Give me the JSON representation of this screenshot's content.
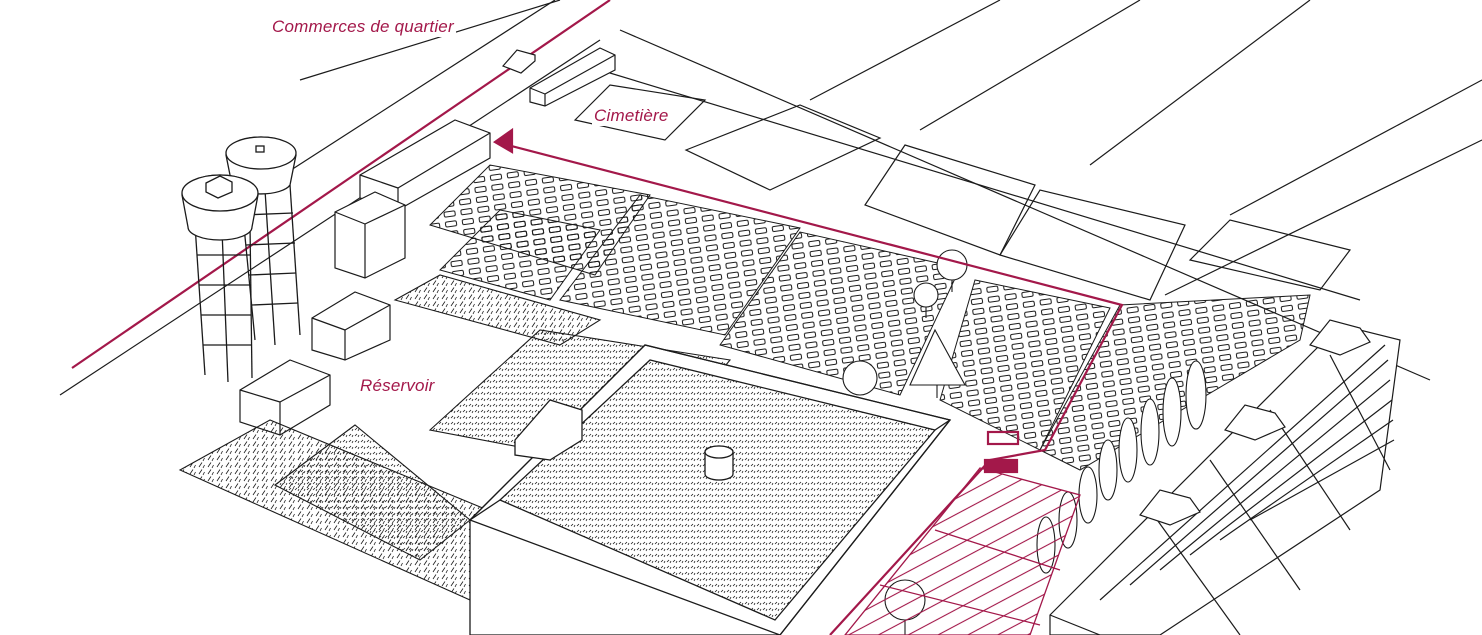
{
  "labels": {
    "commerces": "Commerces de quartier",
    "cimetiere": "Cimetière",
    "reservoir": "Réservoir"
  },
  "colors": {
    "ink": "#1b1b1b",
    "accent": "#a3184a",
    "paper": "#ffffff"
  }
}
